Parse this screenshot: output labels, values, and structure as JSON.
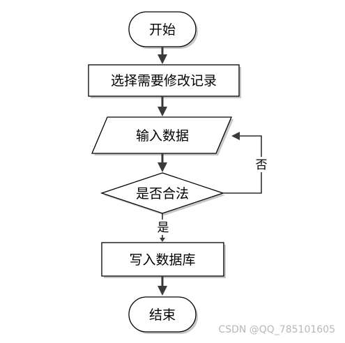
{
  "nodes": {
    "start": "开始",
    "select": "选择需要修改记录",
    "input": "输入数据",
    "decision": "是否合法",
    "write": "写入数据库",
    "end": "结束"
  },
  "edges": {
    "no_label": "否",
    "yes_label": "是"
  },
  "watermark": "CSDN @QQ_785101605"
}
